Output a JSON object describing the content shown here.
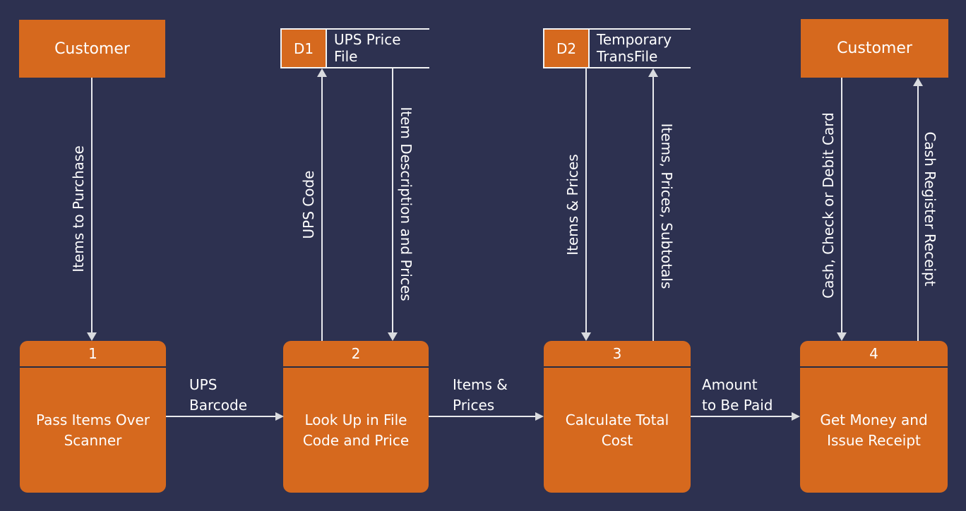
{
  "diagram": {
    "type": "data-flow-diagram",
    "colors": {
      "background": "#2d3150",
      "shape_fill": "#d6691e",
      "line": "#e9eaee",
      "text": "#ffffff"
    }
  },
  "entities": {
    "customer_left": "Customer",
    "customer_right": "Customer"
  },
  "data_stores": [
    {
      "id": "D1",
      "label": "UPS Price\nFile"
    },
    {
      "id": "D2",
      "label": "Temporary\nTransFile"
    }
  ],
  "processes": [
    {
      "number": "1",
      "label": "Pass Items Over\nScanner"
    },
    {
      "number": "2",
      "label": "Look Up in File\nCode and Price"
    },
    {
      "number": "3",
      "label": "Calculate Total\nCost"
    },
    {
      "number": "4",
      "label": "Get Money and\nIssue Receipt"
    }
  ],
  "flows": [
    {
      "label": "Items to Purchase",
      "direction": "down"
    },
    {
      "label": "UPS Code",
      "direction": "up"
    },
    {
      "label": "Item Description and Prices",
      "direction": "down"
    },
    {
      "label": "Items & Prices",
      "direction": "down"
    },
    {
      "label": "Items, Prices, Subtotals",
      "direction": "up"
    },
    {
      "label": "Cash, Check or Debit Card",
      "direction": "down"
    },
    {
      "label": "Cash Register Receipt",
      "direction": "up"
    },
    {
      "label": "UPS\nBarcode",
      "direction": "right"
    },
    {
      "label": "Items &\nPrices",
      "direction": "right"
    },
    {
      "label": "Amount\nto Be Paid",
      "direction": "right"
    }
  ]
}
